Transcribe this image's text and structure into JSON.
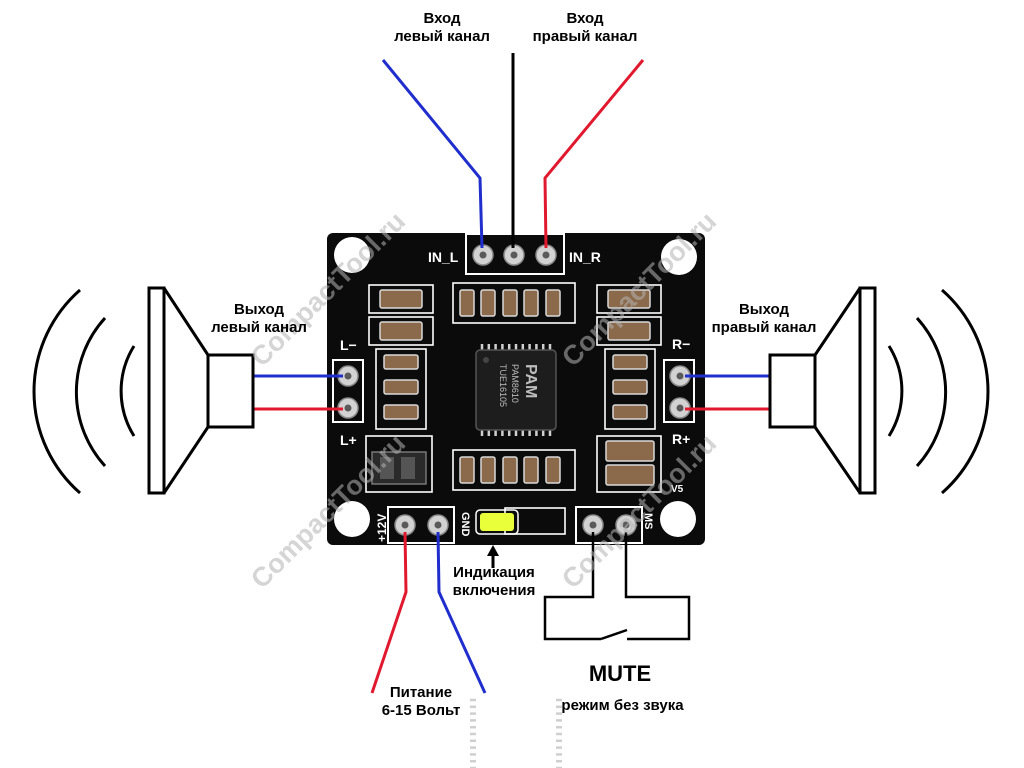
{
  "labels": {
    "in_left": [
      "Вход",
      "левый канал"
    ],
    "in_right": [
      "Вход",
      "правый канал"
    ],
    "out_left": [
      "Выход",
      "левый канал"
    ],
    "out_right": [
      "Выход",
      "правый канал"
    ],
    "power_led": [
      "Индикация",
      "включения"
    ],
    "power": [
      "Питание",
      "6-15 Вольт"
    ],
    "mute_title": "MUTE",
    "mute_desc": "режим без звука"
  },
  "board": {
    "in_l": "IN_L",
    "in_r": "IN_R",
    "l_minus": "L−",
    "l_plus": "L+",
    "r_minus": "R−",
    "r_plus": "R+",
    "v12": "+12V",
    "gnd": "GND",
    "ms": "MS",
    "v5": "V5",
    "chip_brand": "PAM",
    "chip_model": "PAM8610",
    "chip_code": "TUE16105"
  },
  "watermark": "CompactTool.ru",
  "colors": {
    "left_wire": "#1f2ecc",
    "right_wire": "#e0192f",
    "board": "#0b0b0b",
    "led": "#e8ff3a"
  }
}
